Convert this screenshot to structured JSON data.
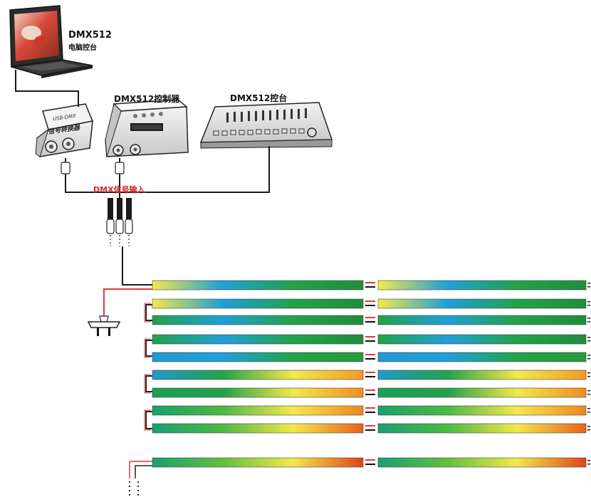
{
  "labels": {
    "pc_title": "DMX512",
    "pc_subtitle": "电脑控台",
    "controller": "DMX512控制器",
    "console": "DMX512控台",
    "signal_input": "DMX信号输入",
    "usb_line1": "USB-DMX",
    "usb_line2": "信号转换器"
  },
  "colors": {
    "wire_black": "#1a1a1a",
    "wire_red": "#e53935",
    "connector_red": "#e53935",
    "connector_black": "#111111"
  },
  "strips": {
    "left_column_count": 10,
    "right_column_count": 10,
    "gradients": [
      [
        "#f4e84a",
        "#1fa0d8",
        "#22a24a",
        "#1f8e3c"
      ],
      [
        "#f4e84a",
        "#1fa0d8",
        "#22a24a",
        "#1f8e3c"
      ],
      [
        "#22a24a",
        "#1fa0d8",
        "#22a24a",
        "#1f8e3c"
      ],
      [
        "#22a24a",
        "#1fa0d8",
        "#22a24a",
        "#1f8e3c"
      ],
      [
        "#1f9ad4",
        "#1fa0d8",
        "#22a24a",
        "#2a9a3e"
      ],
      [
        "#2299cc",
        "#22a24a",
        "#f4e84a",
        "#f29b25"
      ],
      [
        "#1aa05a",
        "#22a24a",
        "#f4e84a",
        "#f08d22"
      ],
      [
        "#1aa06a",
        "#4cb843",
        "#f4e84a",
        "#f08522"
      ],
      [
        "#1aa070",
        "#4cb843",
        "#f4e84a",
        "#e8621e"
      ],
      [
        "#1aa070",
        "#62bf3e",
        "#f4e84a",
        "#e0441a"
      ]
    ]
  }
}
